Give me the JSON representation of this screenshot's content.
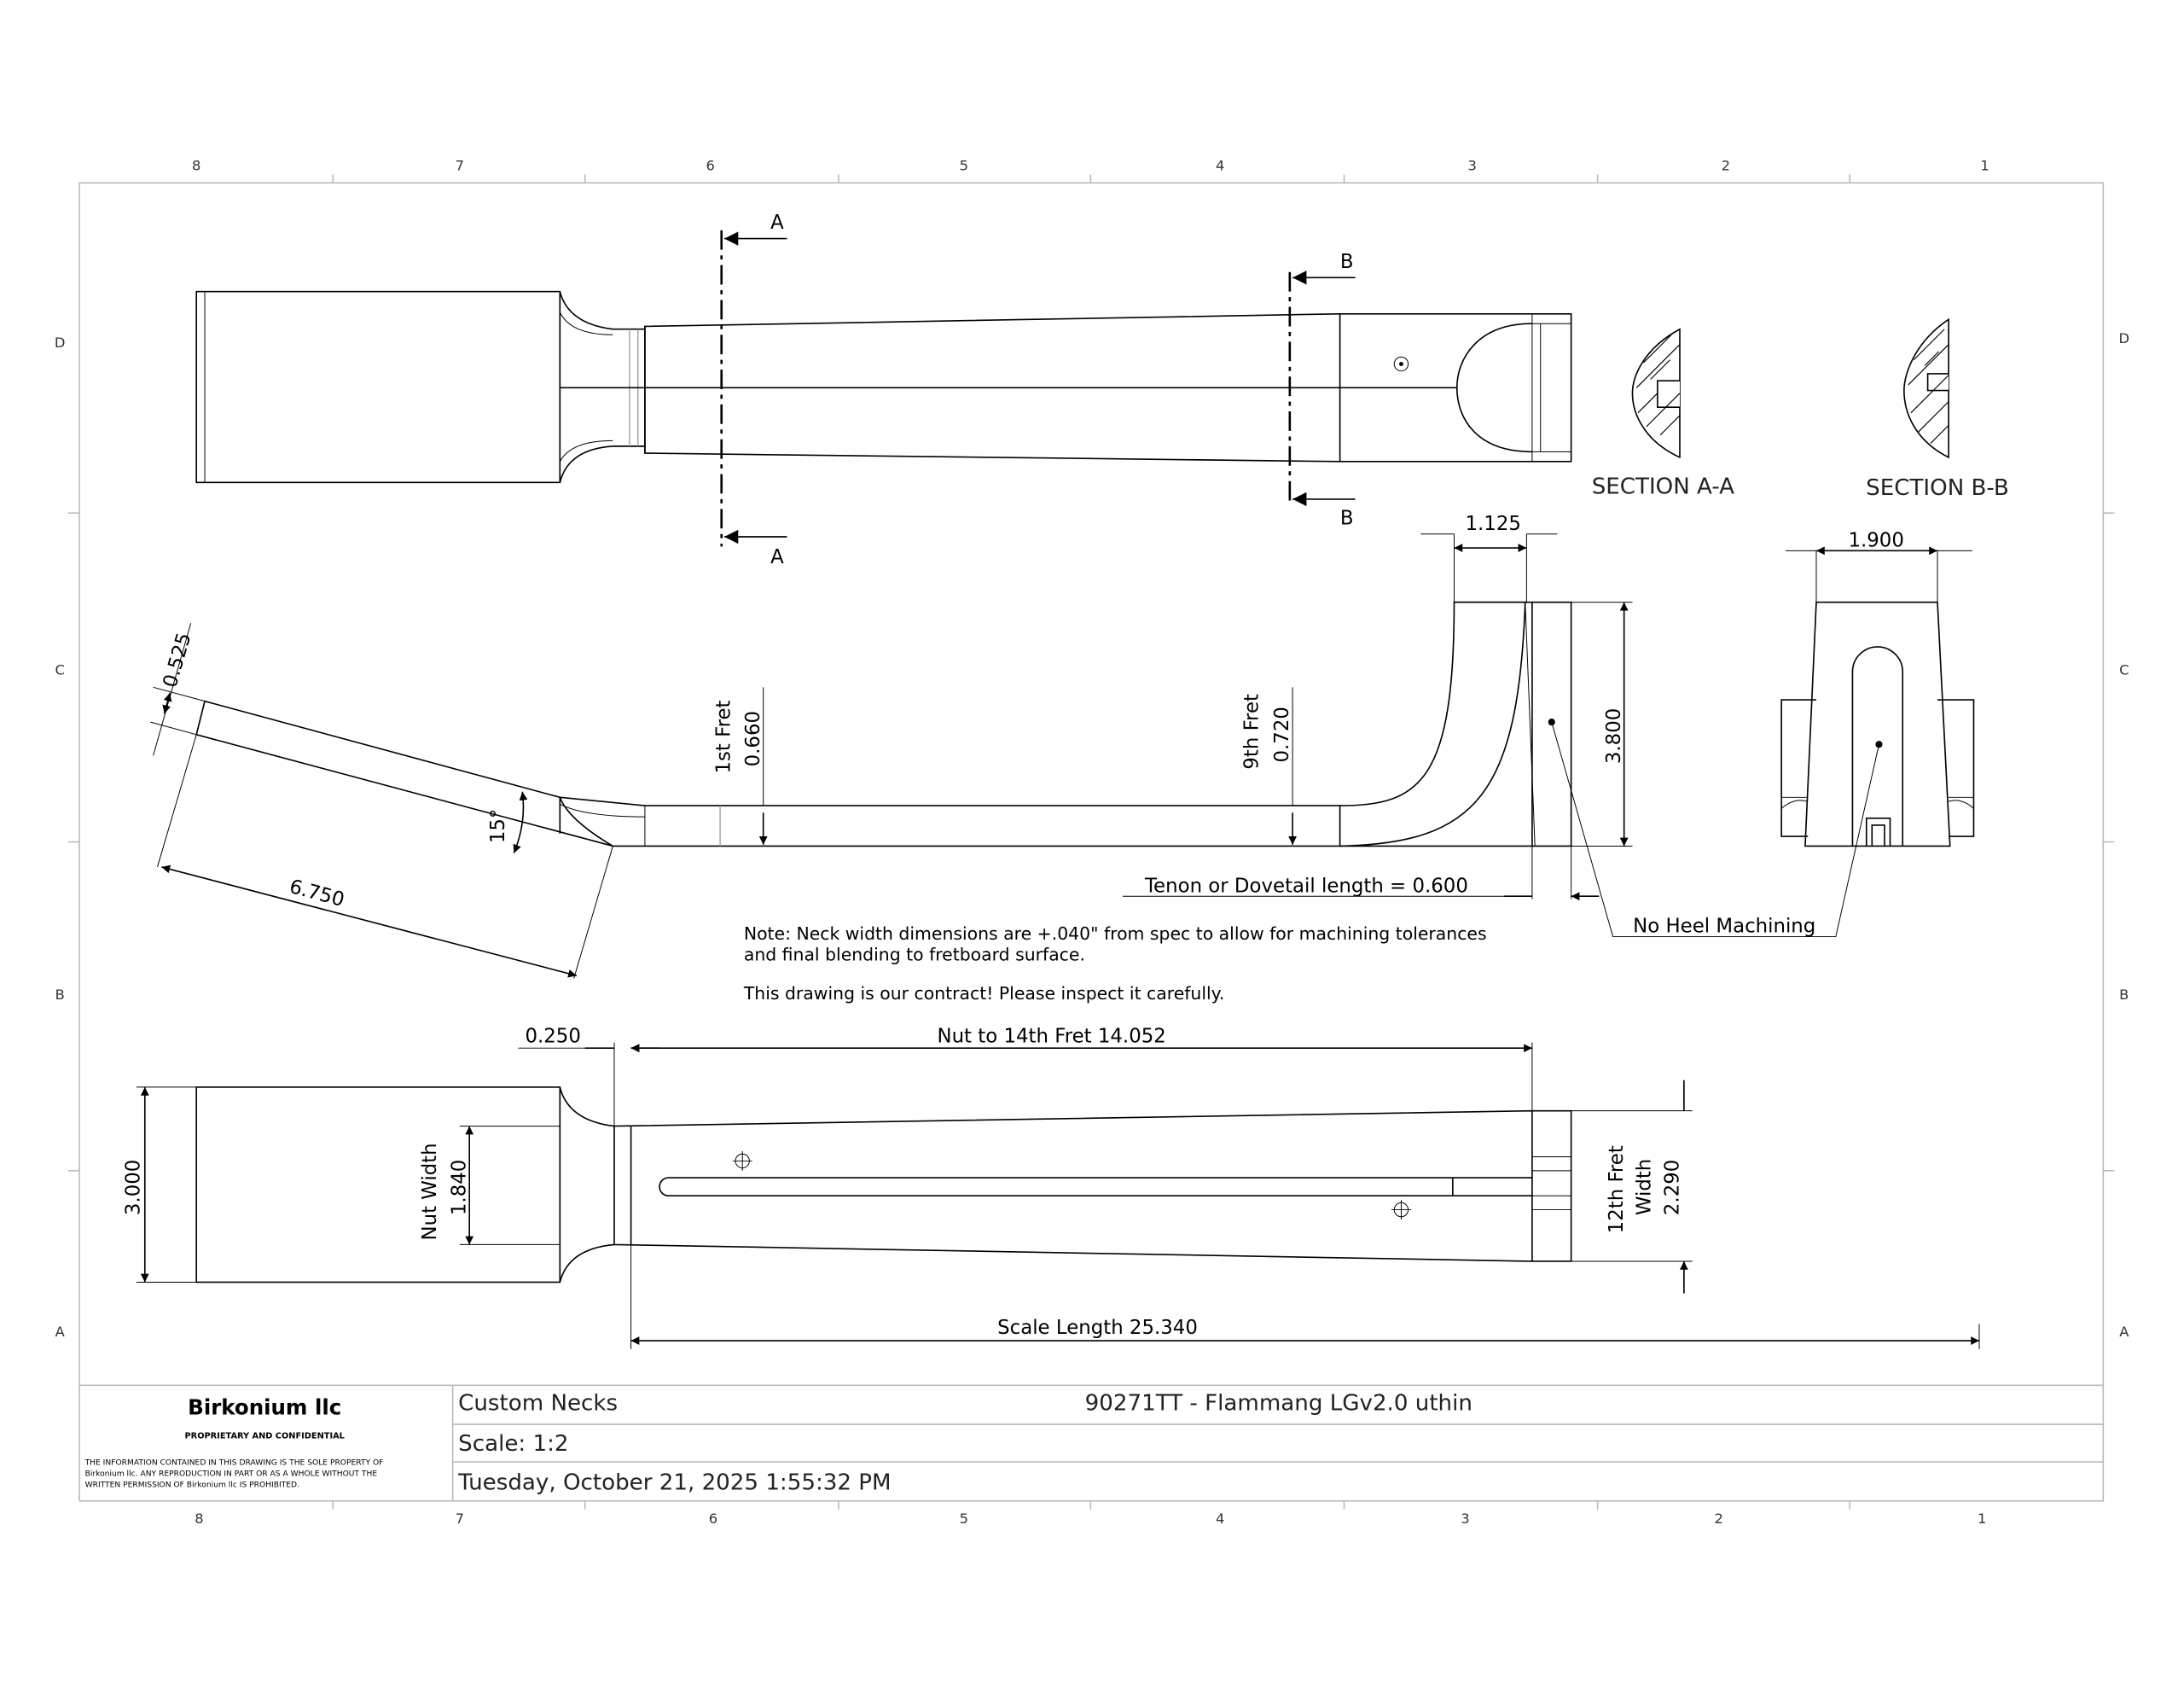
{
  "sheet": {
    "zones_columns": [
      "8",
      "7",
      "6",
      "5",
      "4",
      "3",
      "2",
      "1"
    ],
    "zones_rows": [
      "D",
      "C",
      "B",
      "A"
    ]
  },
  "top_view": {
    "section_a": "A",
    "section_b": "B"
  },
  "sections": {
    "a_label": "SECTION A-A",
    "b_label": "SECTION B-B"
  },
  "side_view": {
    "headstock_thickness": "0.525",
    "headstock_angle": "15°",
    "headstock_length": "6.750",
    "first_fret_label": "1st Fret",
    "first_fret_value": "0.660",
    "ninth_fret_label": "9th Fret",
    "ninth_fret_value": "0.720",
    "heel_width": "1.125",
    "heel_height": "3.800",
    "tenon_note": "Tenon or Dovetail length = 0.600",
    "no_heel_note": "No Heel Machining"
  },
  "end_view": {
    "width": "1.900"
  },
  "notes": {
    "line1": "Note: Neck width dimensions are +.040\" from spec to allow for machining tolerances",
    "line2": "and final blending to fretboard surface.",
    "line3": "This drawing is our contract!  Please inspect it carefully."
  },
  "bottom_view": {
    "nut_offset": "0.250",
    "nut_to_14th": "Nut to 14th Fret 14.052",
    "headstock_width": "3.000",
    "nut_width_label": "Nut Width",
    "nut_width_value": "1.840",
    "twelfth_label": "12th Fret",
    "twelfth_label2": "Width",
    "twelfth_value": "2.290",
    "scale_length": "Scale Length 25.340"
  },
  "title_block": {
    "company": "Birkonium llc",
    "proprietary": "PROPRIETARY AND CONFIDENTIAL",
    "disclaimer1": "THE INFORMATION CONTAINED IN THIS DRAWING IS THE SOLE PROPERTY OF",
    "disclaimer2": "Birkonium llc.  ANY REPRODUCTION IN PART OR AS A WHOLE WITHOUT THE",
    "disclaimer3": "WRITTEN PERMISSION OF Birkonium llc IS PROHIBITED.",
    "category": "Custom Necks",
    "part": "90271TT - Flammang LGv2.0 uthin",
    "scale": "Scale:   1:2",
    "date": "Tuesday, October 21, 2025 1:55:32 PM"
  }
}
